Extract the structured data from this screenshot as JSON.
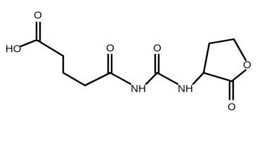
{
  "structure": {
    "atoms": {
      "hydroxyl": "HO",
      "acid_carbonyl_o": "O",
      "amide_carbonyl_o": "O",
      "imide_nh": "NH",
      "urea_carbonyl_o": "O",
      "amine_nh": "NH",
      "ring_o": "O",
      "lactone_carbonyl_o": "O"
    }
  }
}
